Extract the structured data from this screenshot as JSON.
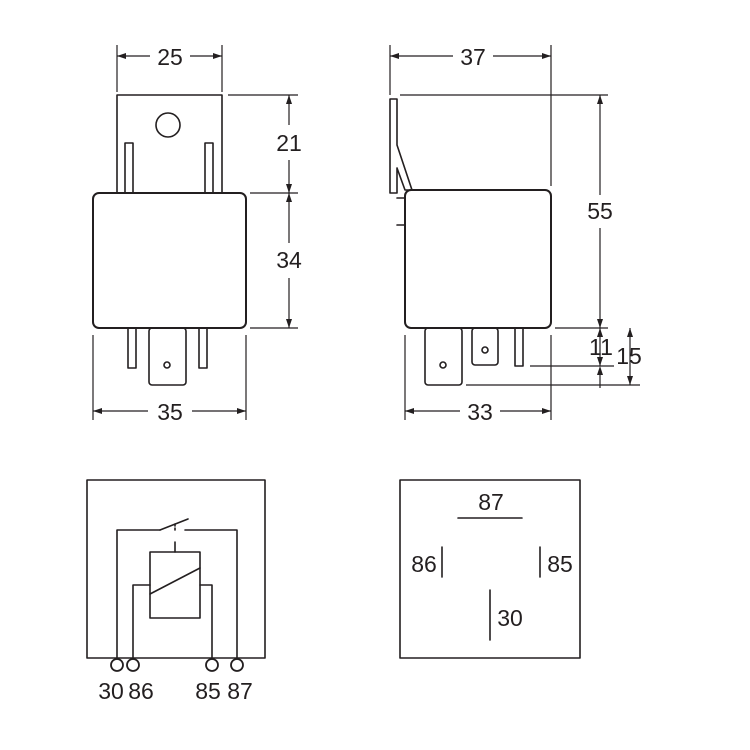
{
  "front_view": {
    "width_top": "25",
    "height_upper": "21",
    "height_body": "34",
    "width_body": "35"
  },
  "side_view": {
    "width_top": "37",
    "height_total": "55",
    "pin_short": "11",
    "pin_long": "15",
    "width_body": "33"
  },
  "schematic": {
    "terminals": [
      "30",
      "86",
      "85",
      "87"
    ]
  },
  "pin_layout": {
    "top": "87",
    "left": "86",
    "right": "85",
    "bottom": "30"
  }
}
